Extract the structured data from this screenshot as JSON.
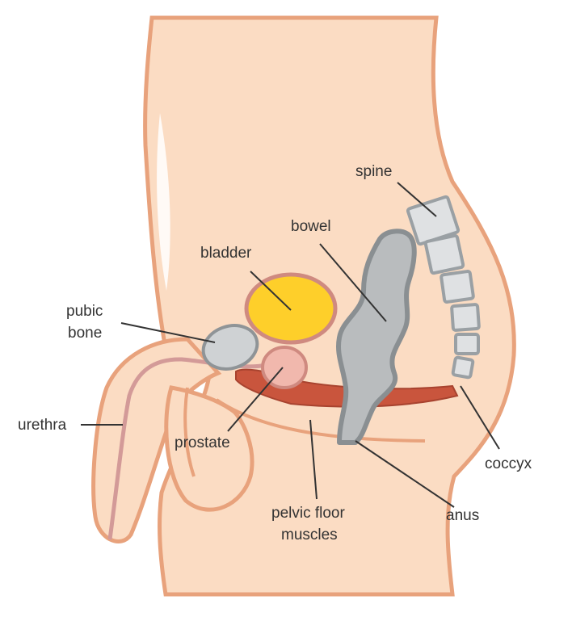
{
  "labels": {
    "spine": "spine",
    "bowel": "bowel",
    "bladder": "bladder",
    "pubic_bone_line1": "pubic",
    "pubic_bone_line2": "bone",
    "urethra": "urethra",
    "prostate": "prostate",
    "coccyx": "coccyx",
    "anus": "anus",
    "pelvic_floor_line1": "pelvic floor",
    "pelvic_floor_line2": "muscles"
  },
  "colors": {
    "skin": "#fbdcc3",
    "outline": "#e8a27c",
    "bone": "#cfd2d4",
    "bone_outline": "#8f9497",
    "bowel": "#b9bcbe",
    "bowel_outline": "#8a8f92",
    "bladder": "#fecf2a",
    "bladder_outline": "#cf8a80",
    "prostate": "#f1b8ad",
    "muscle": "#c9553d",
    "urethra": "#d39a98",
    "leader": "#333333"
  }
}
